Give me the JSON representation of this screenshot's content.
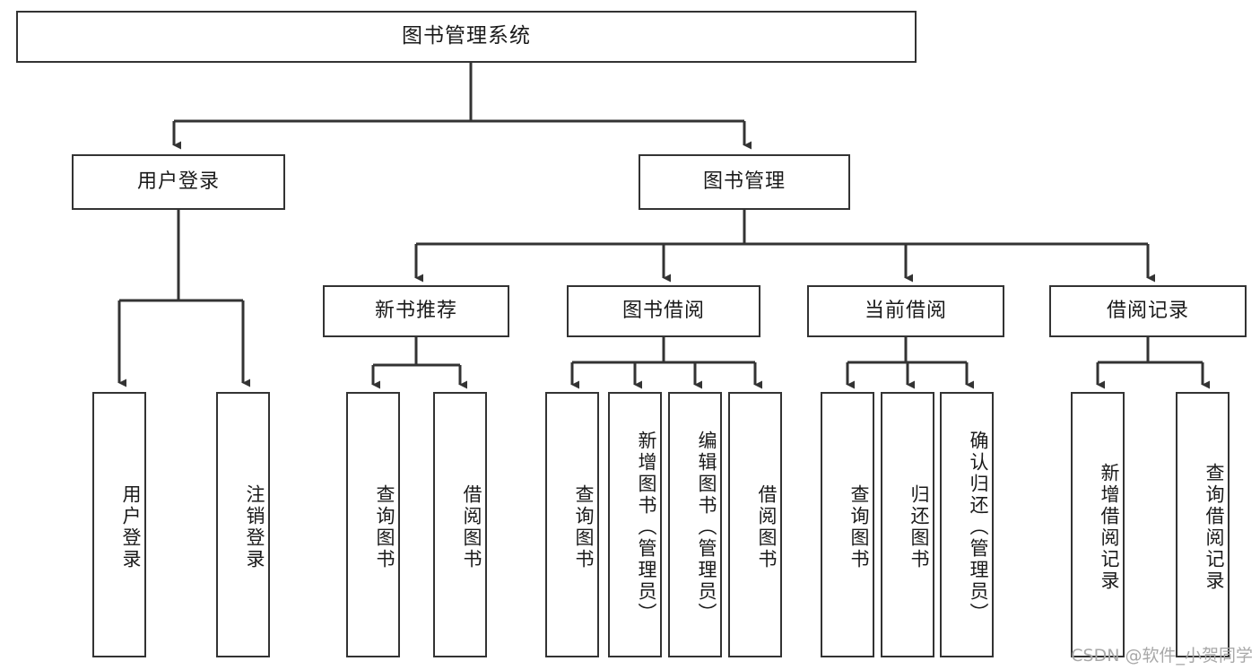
{
  "diagram": {
    "type": "tree-hierarchy",
    "title": "图书管理系统",
    "orientation": "top-down",
    "colors": {
      "box_border": "#333333",
      "box_fill": "#ffffff",
      "connector": "#333333",
      "text": "#1a1a1a",
      "watermark": "#a8a8a8",
      "background": "#ffffff"
    },
    "root": {
      "label": "图书管理系统"
    },
    "level2": [
      {
        "id": "user-login",
        "label": "用户登录"
      },
      {
        "id": "book-management",
        "label": "图书管理"
      }
    ],
    "level3": [
      {
        "id": "new-book-recommend",
        "label": "新书推荐",
        "parent": "book-management"
      },
      {
        "id": "book-borrow",
        "label": "图书借阅",
        "parent": "book-management"
      },
      {
        "id": "current-borrow",
        "label": "当前借阅",
        "parent": "book-management"
      },
      {
        "id": "borrow-record",
        "label": "借阅记录",
        "parent": "book-management"
      }
    ],
    "leaves": {
      "user-login": [
        {
          "id": "leaf-user-login",
          "label": "用户登录"
        },
        {
          "id": "leaf-logout-login",
          "label": "注销登录"
        }
      ],
      "new-book-recommend": [
        {
          "id": "leaf-query-book-1",
          "label": "查询图书"
        },
        {
          "id": "leaf-borrow-book-1",
          "label": "借阅图书"
        }
      ],
      "book-borrow": [
        {
          "id": "leaf-query-book-2",
          "label": "查询图书"
        },
        {
          "id": "leaf-add-book",
          "label": "新增图书（管理员）"
        },
        {
          "id": "leaf-edit-book",
          "label": "编辑图书（管理员）"
        },
        {
          "id": "leaf-borrow-book-2",
          "label": "借阅图书"
        }
      ],
      "current-borrow": [
        {
          "id": "leaf-query-book-3",
          "label": "查询图书"
        },
        {
          "id": "leaf-return-book",
          "label": "归还图书"
        },
        {
          "id": "leaf-confirm-return",
          "label": "确认归还（管理员）"
        }
      ],
      "borrow-record": [
        {
          "id": "leaf-add-record",
          "label": "新增借阅记录"
        },
        {
          "id": "leaf-query-record",
          "label": "查询借阅记录"
        }
      ]
    }
  },
  "watermark": {
    "text": "CSDN @软件_小贺同学"
  }
}
